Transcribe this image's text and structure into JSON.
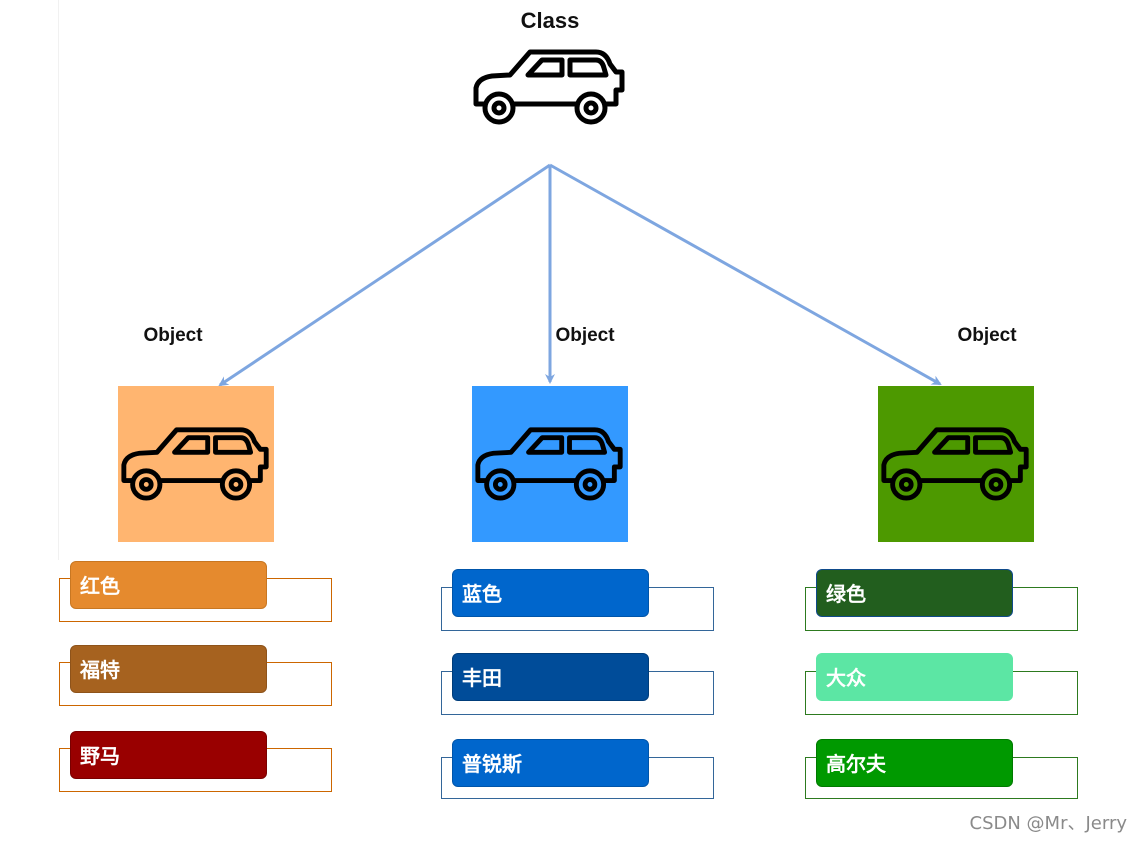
{
  "class_node": {
    "title": "Class"
  },
  "objects": [
    {
      "title": "Object",
      "tile_color": "#FFB570",
      "props": [
        {
          "text": "红色",
          "fill": "#E58A2E",
          "border": "#C87722"
        },
        {
          "text": "福特",
          "fill": "#A6621F",
          "border": "#8E531A"
        },
        {
          "text": "野马",
          "fill": "#990000",
          "border": "#7A0000"
        }
      ],
      "outline_color": "#CC6600"
    },
    {
      "title": "Object",
      "tile_color": "#3399FF",
      "props": [
        {
          "text": "蓝色",
          "fill": "#0066CC",
          "border": "#0055AA"
        },
        {
          "text": "丰田",
          "fill": "#004C99",
          "border": "#003D7A"
        },
        {
          "text": "普锐斯",
          "fill": "#0066CC",
          "border": "#0055AA"
        }
      ],
      "outline_color": "#336699"
    },
    {
      "title": "Object",
      "tile_color": "#4D9900",
      "props": [
        {
          "text": "绿色",
          "fill": "#225E1E",
          "border": "#0F4A8A"
        },
        {
          "text": "大众",
          "fill": "#5CE6A4",
          "border": "#5CE6A4"
        },
        {
          "text": "高尔夫",
          "fill": "#009900",
          "border": "#007A00"
        }
      ],
      "outline_color": "#2D7A1F"
    }
  ],
  "arrow_color": "#7EA6E0",
  "watermark": "CSDN @Mr、Jerry"
}
